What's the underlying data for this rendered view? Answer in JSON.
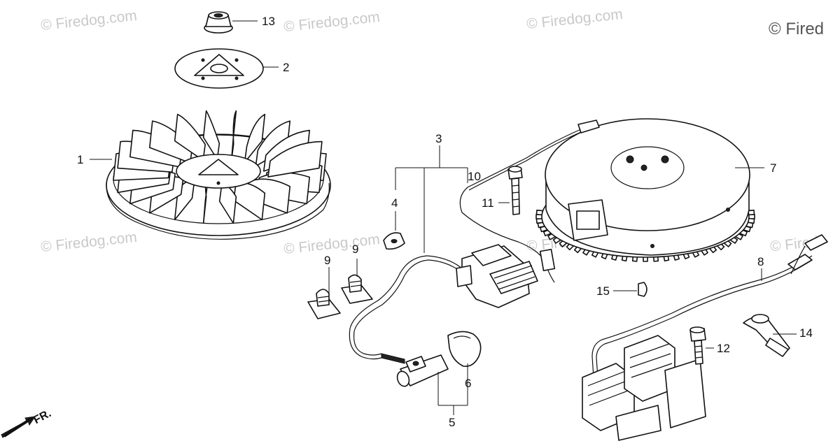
{
  "watermark": {
    "text": "© Firedog.com",
    "corner_text": "© Fired"
  },
  "direction_marker": {
    "label": "FR."
  },
  "callouts": [
    {
      "id": "1",
      "label": "1"
    },
    {
      "id": "2",
      "label": "2"
    },
    {
      "id": "3",
      "label": "3"
    },
    {
      "id": "4",
      "label": "4"
    },
    {
      "id": "5",
      "label": "5"
    },
    {
      "id": "6",
      "label": "6"
    },
    {
      "id": "7",
      "label": "7"
    },
    {
      "id": "8",
      "label": "8"
    },
    {
      "id": "9a",
      "label": "9"
    },
    {
      "id": "9b",
      "label": "9"
    },
    {
      "id": "10",
      "label": "10"
    },
    {
      "id": "11",
      "label": "11"
    },
    {
      "id": "12",
      "label": "12"
    },
    {
      "id": "13",
      "label": "13"
    },
    {
      "id": "14",
      "label": "14"
    },
    {
      "id": "15",
      "label": "15"
    }
  ]
}
